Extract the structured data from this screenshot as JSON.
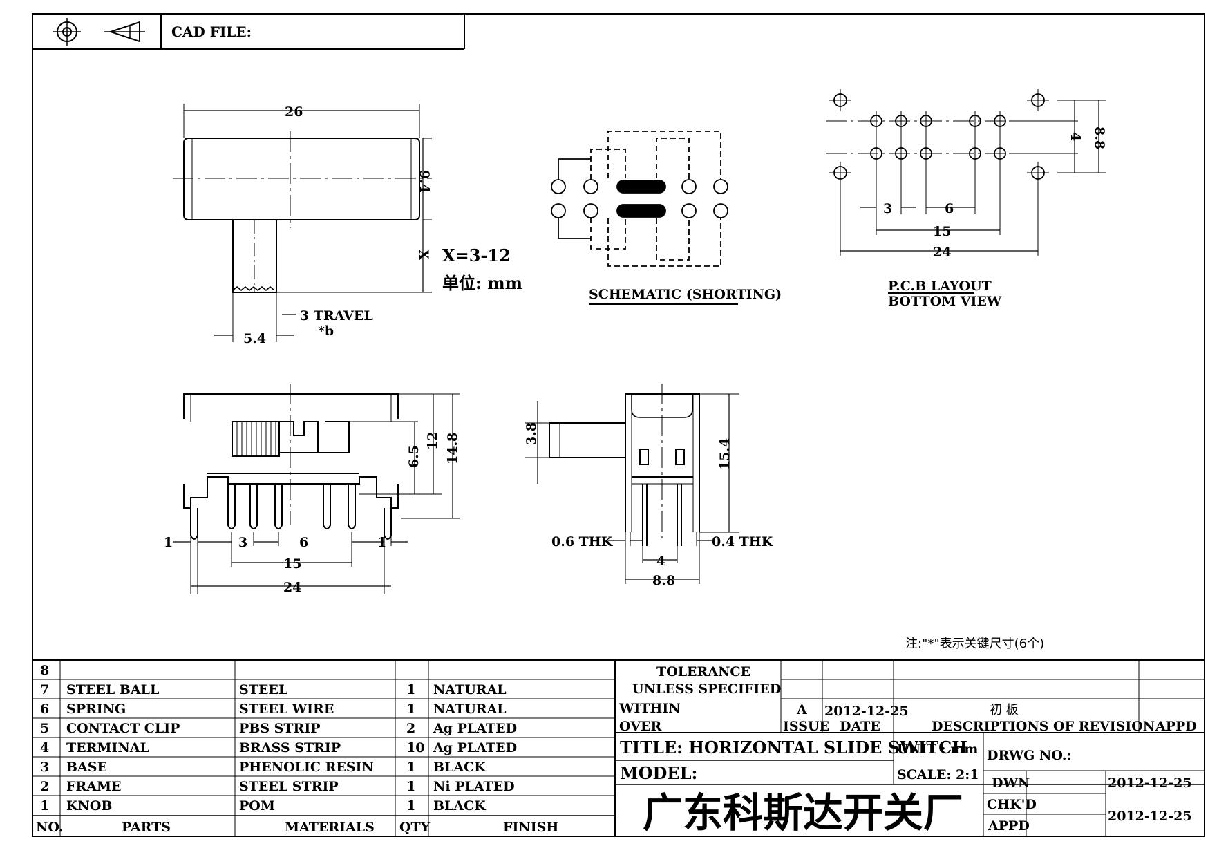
{
  "header": {
    "cad_file_label": "CAD FILE:"
  },
  "top_view": {
    "dim_width": "26",
    "dim_height": "9.4",
    "dim_x": "X",
    "x_range": "X=3-12",
    "unit_cn": "单位: mm",
    "dim_knob": "5.4",
    "travel_label": "3 TRAVEL",
    "travel_note": "*b"
  },
  "schematic": {
    "caption": "SCHEMATIC (SHORTING)"
  },
  "pcb": {
    "caption_line1": "P.C.B LAYOUT",
    "caption_line2": "BOTTOM VIEW",
    "dim_pitch_small": "3",
    "dim_pitch_mid": "6",
    "dim_span": "15",
    "dim_total": "24",
    "dim_row": "4",
    "dim_outer": "8.8"
  },
  "front_view": {
    "dim_left": "1",
    "dim_p1": "3",
    "dim_p2": "6",
    "dim_right": "1",
    "dim_span": "15",
    "dim_total": "24",
    "dim_h1": "6.5",
    "dim_h2": "12",
    "dim_h3": "14.8"
  },
  "side_view": {
    "dim_knob": "3.8",
    "dim_height": "15.4",
    "thk_left": "0.6 THK",
    "thk_right": "0.4 THK",
    "dim_pitch": "4",
    "dim_width": "8.8"
  },
  "note_cn": "注:\"*\"表示关键尺寸(6个)",
  "bom": {
    "rows": [
      {
        "no": "8",
        "part": "",
        "material": "",
        "qty": "",
        "finish": ""
      },
      {
        "no": "7",
        "part": "STEEL BALL",
        "material": "STEEL",
        "qty": "1",
        "finish": "NATURAL"
      },
      {
        "no": "6",
        "part": "SPRING",
        "material": "STEEL WIRE",
        "qty": "1",
        "finish": "NATURAL"
      },
      {
        "no": "5",
        "part": "CONTACT CLIP",
        "material": "PBS STRIP",
        "qty": "2",
        "finish": "Ag PLATED"
      },
      {
        "no": "4",
        "part": "TERMINAL",
        "material": "BRASS STRIP",
        "qty": "10",
        "finish": "Ag PLATED"
      },
      {
        "no": "3",
        "part": "BASE",
        "material": "PHENOLIC RESIN",
        "qty": "1",
        "finish": "BLACK"
      },
      {
        "no": "2",
        "part": "FRAME",
        "material": "STEEL STRIP",
        "qty": "1",
        "finish": "Ni PLATED"
      },
      {
        "no": "1",
        "part": "KNOB",
        "material": "POM",
        "qty": "1",
        "finish": "BLACK"
      }
    ],
    "headers": {
      "no": "NO.",
      "part": "PARTS",
      "material": "MATERIALS",
      "qty": "QTY",
      "finish": "FINISH"
    }
  },
  "title_block": {
    "tolerance_l1": "TOLERANCE",
    "tolerance_l2": "UNLESS SPECIFIED",
    "within": "WITHIN",
    "over": "OVER",
    "rev_letter": "A",
    "rev_date": "2012-12-25",
    "rev_desc_cn": "初 板",
    "issue": "ISSUE",
    "date": "DATE",
    "desc_of_rev": "DESCRIPTIONS OF REVISION",
    "appd": "APPD",
    "title": "TITLE: HORIZONTAL SLIDE SWITCH",
    "unit": "UNIT : mm",
    "drwg_no": "DRWG NO.:",
    "model": "MODEL:",
    "scale": "SCALE: 2:1",
    "dwn": "DWN",
    "dwn_date": "2012-12-25",
    "chkd": "CHK'D",
    "chkd_date": "2012-12-25",
    "appd2": "APPD",
    "company_cn": "广东科斯达开关厂"
  }
}
